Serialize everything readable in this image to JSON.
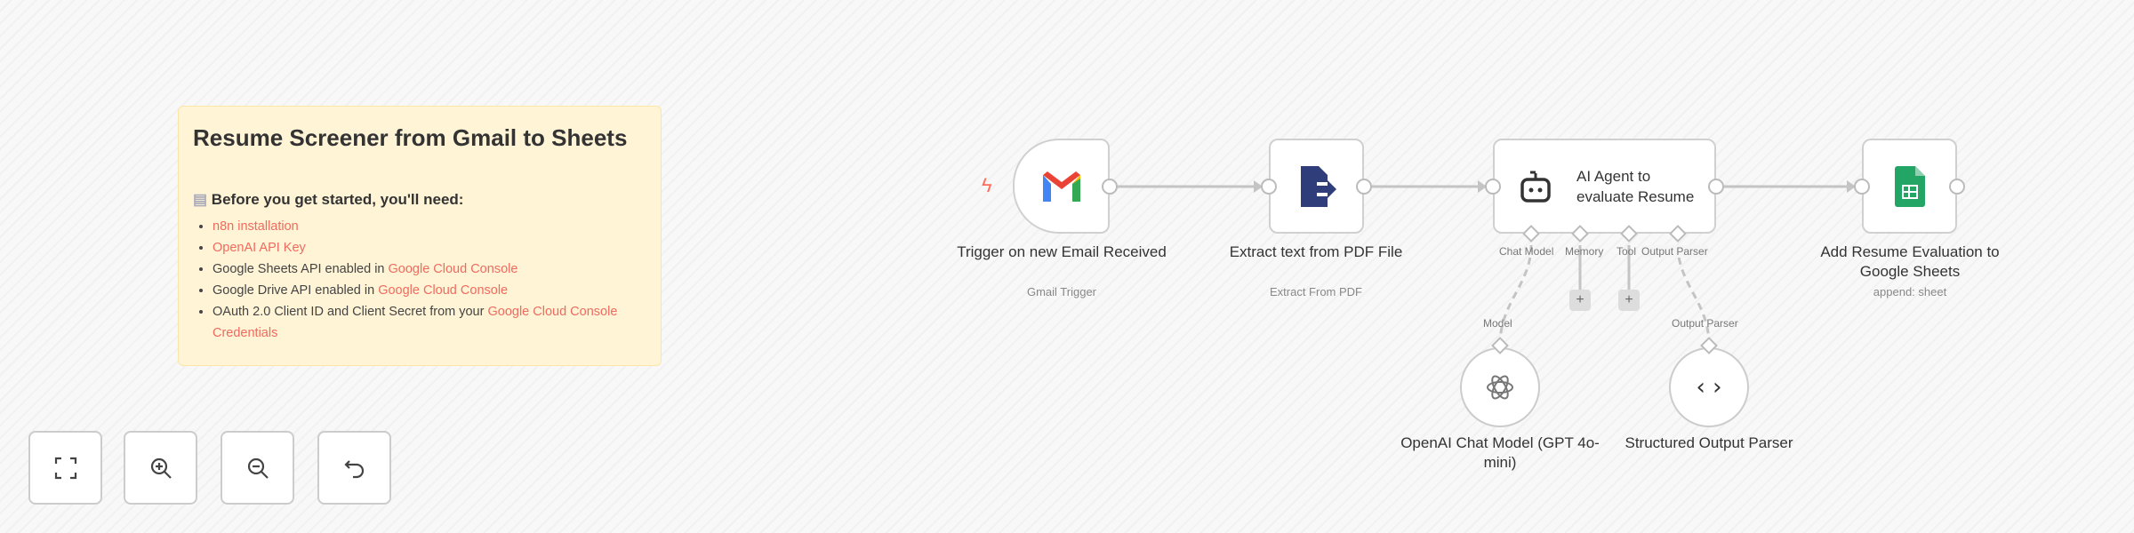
{
  "sticky": {
    "title": "Resume Screener from Gmail to Sheets",
    "subtitle": "Before you get started, you'll need:",
    "items": [
      {
        "text": "",
        "link": "n8n installation"
      },
      {
        "text": "",
        "link": "OpenAI API Key"
      },
      {
        "text": "Google Sheets API enabled in ",
        "link": "Google Cloud Console"
      },
      {
        "text": "Google Drive API enabled in ",
        "link": "Google Cloud Console"
      },
      {
        "text": "OAuth 2.0 Client ID and Client Secret from your ",
        "link": "Google Cloud Console Credentials"
      }
    ]
  },
  "nodes": {
    "gmail": {
      "title": "Trigger on new Email Received",
      "subtitle": "Gmail Trigger",
      "icon": "gmail-icon"
    },
    "pdf": {
      "title": "Extract text from PDF File",
      "subtitle": "Extract From PDF",
      "icon": "file-export-icon"
    },
    "agent": {
      "title": "AI Agent to evaluate Resume",
      "icon": "robot-icon",
      "ports": [
        "Chat Model",
        "Memory",
        "Tool",
        "Output Parser"
      ]
    },
    "sheets": {
      "title": "Add Resume Evaluation to Google Sheets",
      "subtitle": "append: sheet",
      "icon": "google-sheets-icon"
    },
    "openai": {
      "title": "OpenAI Chat Model (GPT 4o-mini)",
      "port": "Model",
      "icon": "openai-icon"
    },
    "parser": {
      "title": "Structured Output Parser",
      "port": "Output Parser",
      "icon": "code-brackets-icon"
    }
  },
  "plus": "+",
  "controls": [
    "fit-view",
    "zoom-in",
    "zoom-out",
    "reset-zoom"
  ],
  "colors": {
    "link": "#f06b5f",
    "sticky": "#fff4d6",
    "trigger": "#ff6d5a"
  }
}
